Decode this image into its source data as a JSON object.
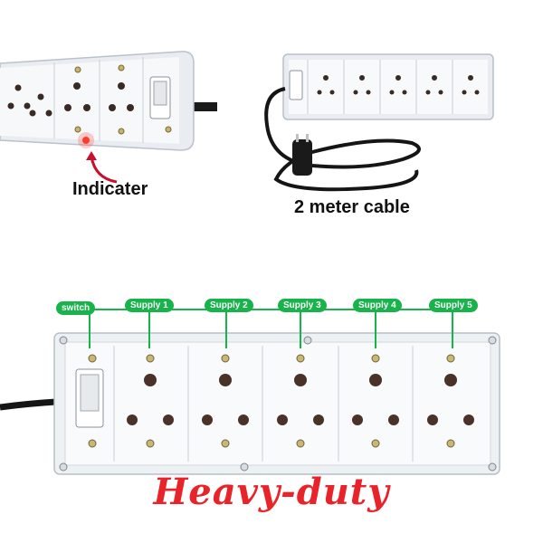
{
  "captions": {
    "indicator": "Indicater",
    "cable": "2 meter cable",
    "banner": "Heavy-duty"
  },
  "labels": {
    "switch": "switch",
    "supplies": [
      "Supply 1",
      "Supply 2",
      "Supply 3",
      "Supply 4",
      "Supply 5"
    ]
  },
  "colors": {
    "label_green": "#18b34a",
    "banner_red": "#e8232a",
    "indicator_glow": "#ff3b2f",
    "body_white": "#f4f6f8"
  }
}
